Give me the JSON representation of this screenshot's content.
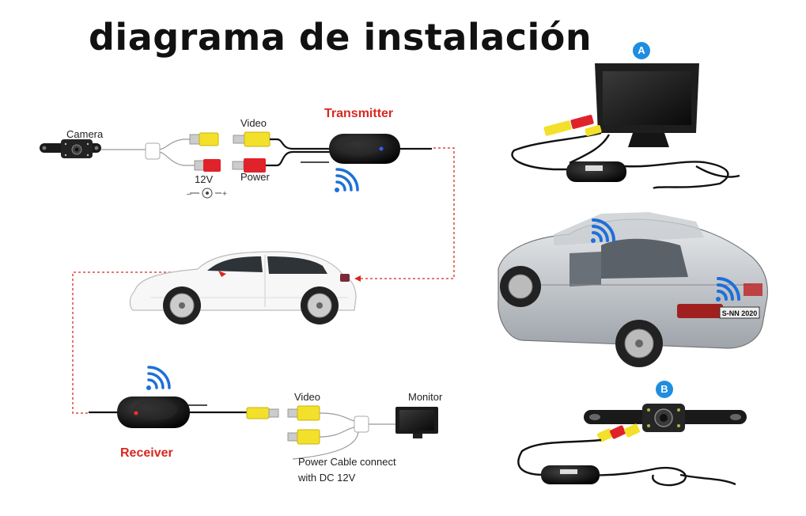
{
  "title": "diagrama de instalación",
  "labels": {
    "camera": "Camera",
    "video_top": "Video",
    "transmitter": "Transmitter",
    "v12": "12V",
    "power": "Power",
    "video_bottom": "Video",
    "monitor": "Monitor",
    "receiver": "Receiver",
    "power_note_1": "Power Cable connect",
    "power_note_2": "with DC 12V"
  },
  "badges": {
    "a": "A",
    "b": "B"
  },
  "plate": "S-NN 2020",
  "colors": {
    "accent_red": "#d8281f",
    "badge_blue": "#1f8de0",
    "wifi_blue": "#1e6fd9",
    "rca_yellow": "#f2e02a",
    "rca_red": "#e0222a"
  }
}
